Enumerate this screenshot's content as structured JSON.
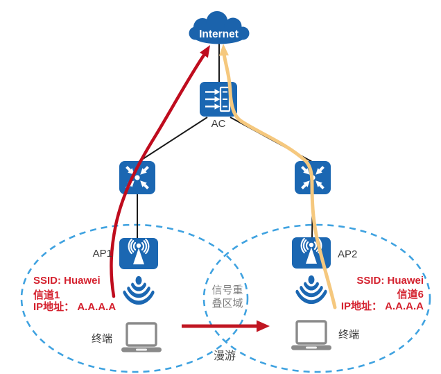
{
  "diagram": {
    "internet": {
      "label": "Internet"
    },
    "ac": {
      "label": "AC"
    },
    "ap1": {
      "label": "AP1",
      "ssid": "SSID: Huawei",
      "channel": "信道1",
      "ip": "IP地址： A.A.A.A"
    },
    "ap2": {
      "label": "AP2",
      "ssid": "SSID: Huawei",
      "channel": "信道6",
      "ip": "IP地址： A.A.A.A"
    },
    "terminal_left": {
      "label": "终端"
    },
    "terminal_right": {
      "label": "终端"
    },
    "overlap": {
      "line1": "信号重",
      "line2": "叠区域"
    },
    "roaming": {
      "label": "漫游"
    }
  },
  "colors": {
    "icon_blue": "#1b67b2",
    "cloud_blue": "#1b63ac",
    "coverage_dash_blue": "#3fa2e0",
    "traffic_red": "#bf0c1e",
    "text_red": "#d4212e",
    "traffic_yellow": "#f5c87e",
    "link_black": "#1a1a1a",
    "laptop_gray": "#8a8a8a",
    "overlap_text_gray": "#7f7f7f"
  }
}
